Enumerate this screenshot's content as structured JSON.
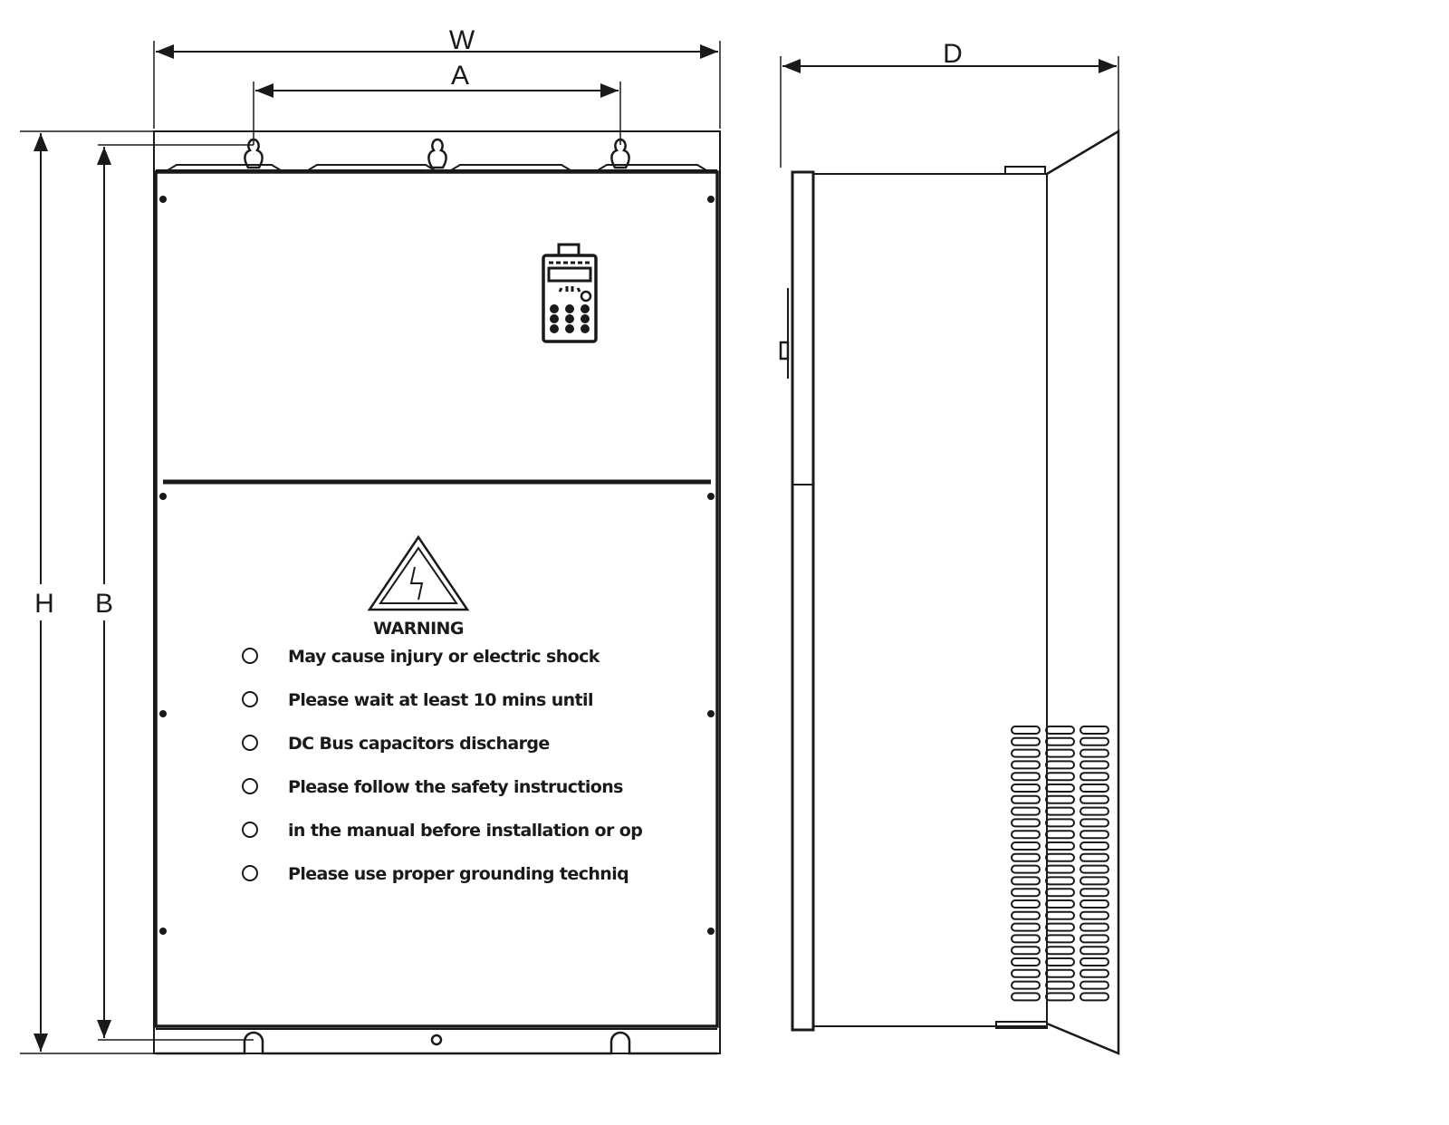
{
  "dimensions": {
    "width_label": "W",
    "hole_spacing_label": "A",
    "height_label": "H",
    "hole_height_label": "B",
    "depth_label": "D"
  },
  "warning_label": {
    "title": "WARNING",
    "lines": [
      "May cause injury or electric shock",
      "Please wait at least 10 mins until",
      "DC Bus capacitors discharge",
      "Please follow the safety instructions",
      "in the manual before installation or op",
      "Please use proper grounding techniq"
    ]
  },
  "vent": {
    "columns": 3,
    "rows": 24
  },
  "colors": {
    "line": "#1a1a1a",
    "background": "#ffffff"
  }
}
